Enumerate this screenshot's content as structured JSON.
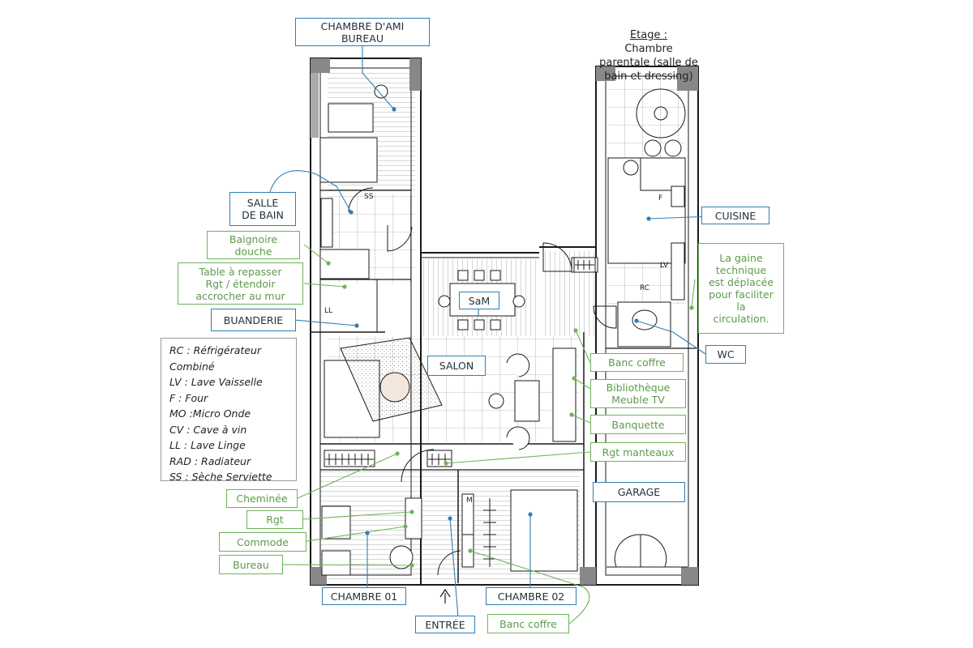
{
  "colors": {
    "room_border": "#2f7fb3",
    "furniture_border": "#6fb35a",
    "furniture_text": "#5d9a4b",
    "ink": "#1a1a1a"
  },
  "upper_floor_note": {
    "prefix": "Etage :",
    "text": "Chambre\nparentale (salle de\nbain et dressing)"
  },
  "room_labels": {
    "chambre_ami_bureau": "CHAMBRE D'AMI\nBUREAU",
    "salle_de_bain": "SALLE\nDE BAIN",
    "buanderie": "BUANDERIE",
    "sam": "SaM",
    "salon": "SALON",
    "cuisine": "CUISINE",
    "wc": "WC",
    "garage": "GARAGE",
    "chambre_01": "CHAMBRE 01",
    "chambre_02": "CHAMBRE 02",
    "entree": "ENTRÉE"
  },
  "furniture_labels": {
    "baignoire_douche": "Baignoire\ndouche",
    "table_repasser": "Table à repasser\nRgt / étendoir\naccrocher au mur",
    "gaine_technique": "La gaine\ntechnique\nest déplacée\npour faciliter\nla\ncirculation.",
    "banc_coffre_salon": "Banc coffre",
    "bibliotheque": "Bibliothèque\nMeuble TV",
    "banquette": "Banquette",
    "rgt_manteaux": "Rgt manteaux",
    "cheminee": "Cheminée",
    "rgt": "Rgt",
    "commode": "Commode",
    "bureau": "Bureau",
    "banc_coffre_entree": "Banc coffre"
  },
  "legend": [
    "RC : Réfrigérateur",
    "Combiné",
    "LV : Lave Vaisselle",
    "F : Four",
    "MO :Micro Onde",
    "CV : Cave à vin",
    "LL : Lave Linge",
    "RAD : Radiateur",
    "SS : Sèche Serviette"
  ],
  "plan_marks": {
    "ss": "SS",
    "ll": "LL",
    "lv": "LV",
    "rc": "RC",
    "f": "F",
    "m": "M"
  }
}
